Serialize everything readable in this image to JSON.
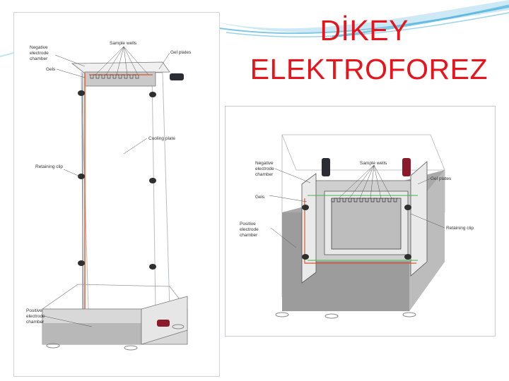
{
  "slide": {
    "title_line1": "DİKEY",
    "title_line2": "ELEKTROFOREZ"
  },
  "left_figure": {
    "labels": {
      "sample_wells": "Sample wells",
      "negative_chamber": [
        "Negative",
        "electrode",
        "chamber"
      ],
      "gel_plates": "Gel plates",
      "gels": "Gels",
      "cooling_plate": "Cooling plate",
      "retaining_clip": "Retaining clip",
      "positive_chamber": [
        "Positive",
        "electrode",
        "chamber"
      ]
    }
  },
  "right_figure": {
    "labels": {
      "sample_wells": "Sample wells",
      "negative_chamber": [
        "Negative",
        "electrode",
        "chamber"
      ],
      "gel_plates": "Gel plates",
      "gels": "Gels",
      "positive_chamber": [
        "Positive",
        "electrode",
        "chamber"
      ],
      "retaining_clip": "Retaining clip"
    }
  },
  "colors": {
    "title": "#e8141b",
    "gel_line": "#e0552b",
    "clip": "#2f2f2f",
    "electrode_red": "#8b1a2b",
    "electrode_dark": "#2c2c34",
    "gray_body": "#a9a9a9",
    "swoosh": "#7fc8e6"
  }
}
